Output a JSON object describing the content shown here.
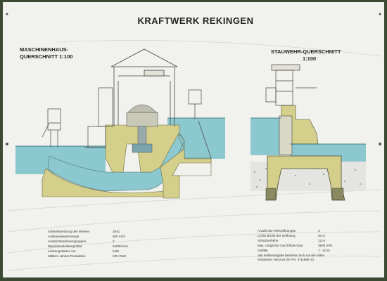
{
  "title": "KRAFTWERK REKINGEN",
  "left_section": {
    "line1": "MASCHINENHAUS-",
    "line2": "QUERSCHNITT 1:100"
  },
  "right_section": {
    "line1": "STAUWEHR-QUERSCHNITT",
    "line2": "1:100"
  },
  "left_table": [
    {
      "label": "Inbetriebsetzung des Werkes",
      "value": "1941"
    },
    {
      "label": "Ausbauwassermenge",
      "value": "500 m³/s"
    },
    {
      "label": "Anzahl Maschinengruppen",
      "value": "2"
    },
    {
      "label": "Maschinenleistung total",
      "value": "34000 kVA"
    },
    {
      "label": "Leistungsfaktor cos",
      "value": "0,80"
    },
    {
      "label": "Mittlere Jahres-Produktion",
      "value": "230 GWh"
    }
  ],
  "right_table": [
    {
      "label": "Anzahl der Wehröffnungen",
      "value": "3"
    },
    {
      "label": "Lichte Breite der Oeffnung",
      "value": "20 m"
    },
    {
      "label": "Schützenhöhe",
      "value": "12 m"
    },
    {
      "label": "Max. möglicher Durchfluss total",
      "value": "3900 m³/s"
    },
    {
      "label": "Gefälle",
      "value": "7 - 10 m"
    },
    {
      "label": "Alle Höhenangabe beziehen sich auf den alten",
      "value": ""
    },
    {
      "label": "Schweizer Horizont (R.P.N. 376,860 m)",
      "value": ""
    }
  ],
  "colors": {
    "water": "#8cc8d0",
    "concrete": "#d4cf8a",
    "board": "#f1f1ee",
    "frame": "#3c4a33"
  }
}
